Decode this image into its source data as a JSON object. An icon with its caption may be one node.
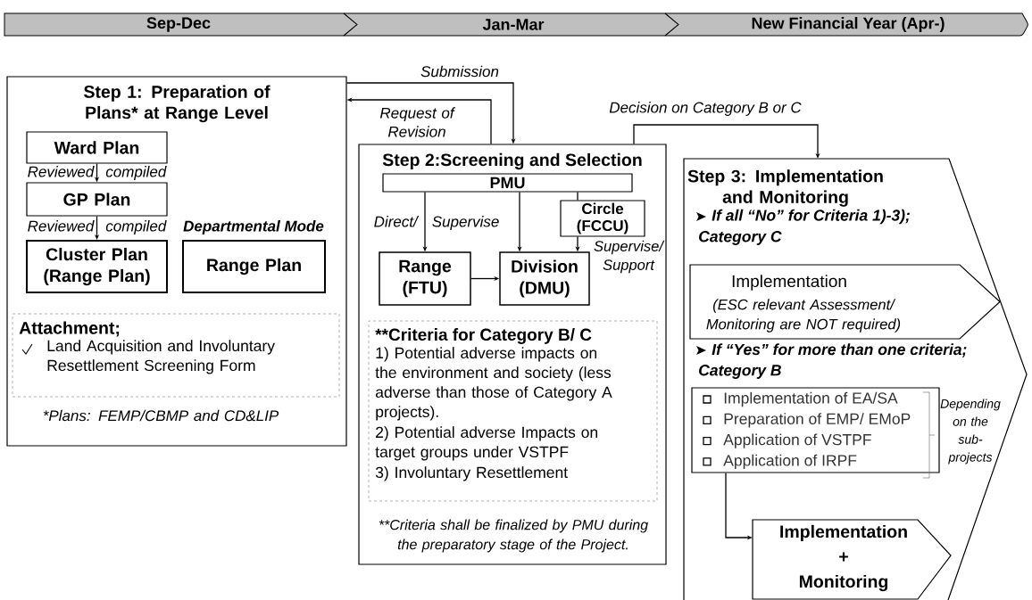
{
  "diagram": {
    "nodes": [
      {
        "text": [
          "Sep-Dec",
          "Jan-Mar",
          "New Financial Year (Apr-)"
        ]
      },
      {
        "text": [
          "Step 1: Preparation of Plans* at Range Level",
          "*Plans: FEMP/CBMP and CD&LIP"
        ]
      },
      {
        "text": [
          "Ward Plan"
        ],
        "in": 1
      },
      {
        "text": [
          "GP Plan"
        ],
        "in": 1
      },
      {
        "text": [
          "Cluster Plan (Range Plan)"
        ],
        "in": 1
      },
      {
        "text": [
          "Departmental Mode",
          "Range Plan"
        ],
        "in": 1
      },
      {
        "text": [
          "Attachment;",
          "Land Acquisition and Involuntary Resettlement Screening Form"
        ],
        "in": 1
      },
      {
        "text": [
          "Step 2:Screening and Selection",
          "**Criteria shall be finalized by PMU during the preparatory stage of the Project."
        ]
      },
      {
        "text": [
          "PMU"
        ],
        "in": 7
      },
      {
        "text": [
          "Circle (FCCU)"
        ],
        "in": 7
      },
      {
        "text": [
          "Range (FTU)"
        ],
        "in": 7
      },
      {
        "text": [
          "Division (DMU)"
        ],
        "in": 7
      },
      {
        "text": [
          "**Criteria for Category B/ C",
          "1) Potential adverse impacts on the environment and society (less adverse than those of Category A projects).",
          "2) Potential adverse Impacts on target groups under VSTPF",
          "3) Involuntary Resettlement"
        ],
        "in": 7
      },
      {
        "text": [
          "Step 3: Implementation and Monitoring",
          "If all “No” for Criteria 1)-3);",
          "Category C",
          "If “Yes” for more than one criteria;",
          "Category B"
        ]
      },
      {
        "text": [
          "Implementation",
          "(ESC relevant Assessment/ Monitoring are NOT required)"
        ],
        "in": 13
      },
      {
        "text": [
          "Implementation of EA/SA",
          "Preparation of EMP/ EMoP",
          "Application of VSTPF",
          "Application of IRPF"
        ],
        "beside": [
          "Depending on the sub-projects"
        ],
        "in": 13
      },
      {
        "text": [
          "Implementation + Monitoring"
        ],
        "in": 13
      }
    ],
    "edges": [
      {
        "from": 1,
        "to": 7,
        "arrow": "to",
        "label": "Submission"
      },
      {
        "from": 7,
        "to": 1,
        "arrow": "to",
        "label": "Request of Revision"
      },
      {
        "from": 7,
        "to": 13,
        "arrow": "to",
        "label": "Decision on Category B or C"
      },
      {
        "from": 2,
        "to": 3,
        "arrow": "to",
        "label": "Reviewed compiled"
      },
      {
        "from": 3,
        "to": 4,
        "arrow": "to",
        "label": "Reviewed compiled"
      },
      {
        "from": 8,
        "to": 10,
        "arrow": "to",
        "label": "Direct/ Supervise"
      },
      {
        "from": 8,
        "to": 11,
        "arrow": "to"
      },
      {
        "from": 8,
        "to": 9,
        "arrow": "none"
      },
      {
        "from": 9,
        "to": 11,
        "arrow": "to",
        "label": "Supervise/ Support"
      },
      {
        "from": 10,
        "to": 11,
        "arrow": "to"
      },
      {
        "from": 15,
        "to": 16,
        "arrow": "to"
      }
    ]
  }
}
